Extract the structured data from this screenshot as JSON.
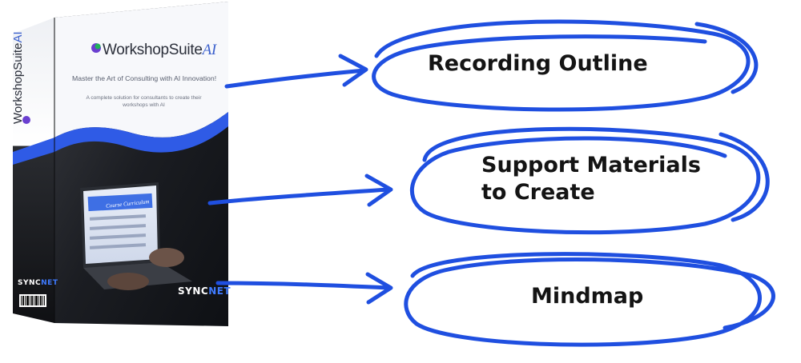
{
  "product_box": {
    "brand_name": "WorkshopSuite",
    "brand_suffix": "AI",
    "tagline": "Master the Art of Consulting with AI Innovation!",
    "description": "A complete solution for consultants to create their workshops with AI",
    "screen_title": "Course Curriculum",
    "logo_part1": "SYNC",
    "logo_part2": "NET"
  },
  "callouts": [
    {
      "label": "Recording Outline"
    },
    {
      "label": "Support Materials",
      "label_line2": "to Create"
    },
    {
      "label": "Mindmap"
    }
  ],
  "colors": {
    "accent": "#1f4fe0",
    "box_dark": "#1a1d24",
    "box_wave": "#2f5be6"
  }
}
